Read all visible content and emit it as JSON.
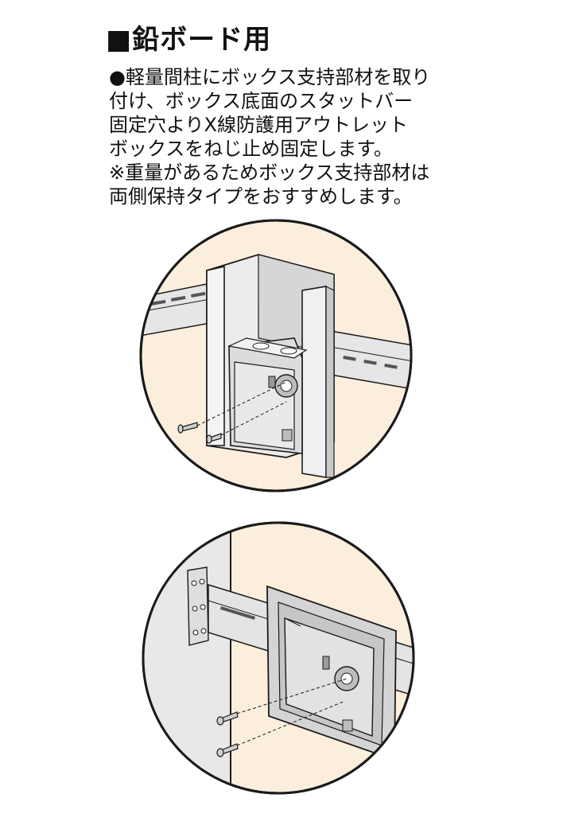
{
  "section": {
    "heading": "■鉛ボード用"
  },
  "instructions": {
    "bullet_lines": [
      "●軽量間柱にボックス支持部材を取り",
      "付け、ボックス底面のスタットバー",
      "固定穴よりX線防護用アウトレット",
      "ボックスをねじ止め固定します。"
    ],
    "note_lines": [
      "※重量があるためボックス支持部材は",
      "両側保持タイプをおすすめします。"
    ]
  },
  "colors": {
    "circle_fill": "#fbeedd",
    "line": "#1a1a1a",
    "metal_light": "#e6e6e6",
    "metal_mid": "#c8c8c8",
    "metal_dark": "#9a9a9a"
  }
}
